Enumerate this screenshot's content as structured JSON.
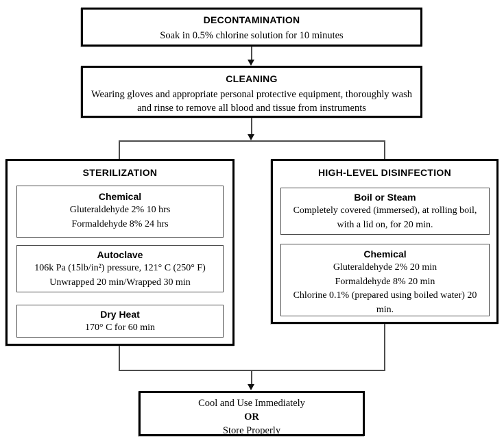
{
  "flow": {
    "decontamination": {
      "title": "DECONTAMINATION",
      "body": "Soak in 0.5% chlorine solution for 10 minutes"
    },
    "cleaning": {
      "title": "CLEANING",
      "body": "Wearing gloves and appropriate personal protective equipment, thoroughly wash and rinse to remove all blood and tissue from instruments"
    },
    "sterilization": {
      "title": "STERILIZATION",
      "methods": [
        {
          "title": "Chemical",
          "lines": [
            "Gluteraldehyde 2% 10 hrs",
            "Formaldehyde 8% 24 hrs"
          ]
        },
        {
          "title": "Autoclave",
          "lines": [
            "106k Pa (15lb/in²) pressure, 121° C (250° F)",
            "Unwrapped 20 min/Wrapped 30 min"
          ]
        },
        {
          "title": "Dry Heat",
          "lines": [
            "170° C for 60 min"
          ]
        }
      ]
    },
    "high_level_disinfection": {
      "title": "HIGH-LEVEL DISINFECTION",
      "methods": [
        {
          "title": "Boil or Steam",
          "lines": [
            "Completely covered (immersed), at rolling boil, with a lid on, for 20 min."
          ]
        },
        {
          "title": "Chemical",
          "lines": [
            "Gluteraldehyde 2% 20 min",
            "Formaldehyde 8% 20 min",
            "Chlorine 0.1% (prepared using boiled water) 20 min."
          ]
        }
      ]
    },
    "final": {
      "option1": "Cool and Use Immediately",
      "or_label": "OR",
      "option2": "Store Properly"
    }
  },
  "colors": {
    "background": "#ffffff",
    "box_border": "#000000",
    "sub_box_border": "#4d4d4d",
    "connector": "#4d4d4d",
    "text": "#000000"
  }
}
